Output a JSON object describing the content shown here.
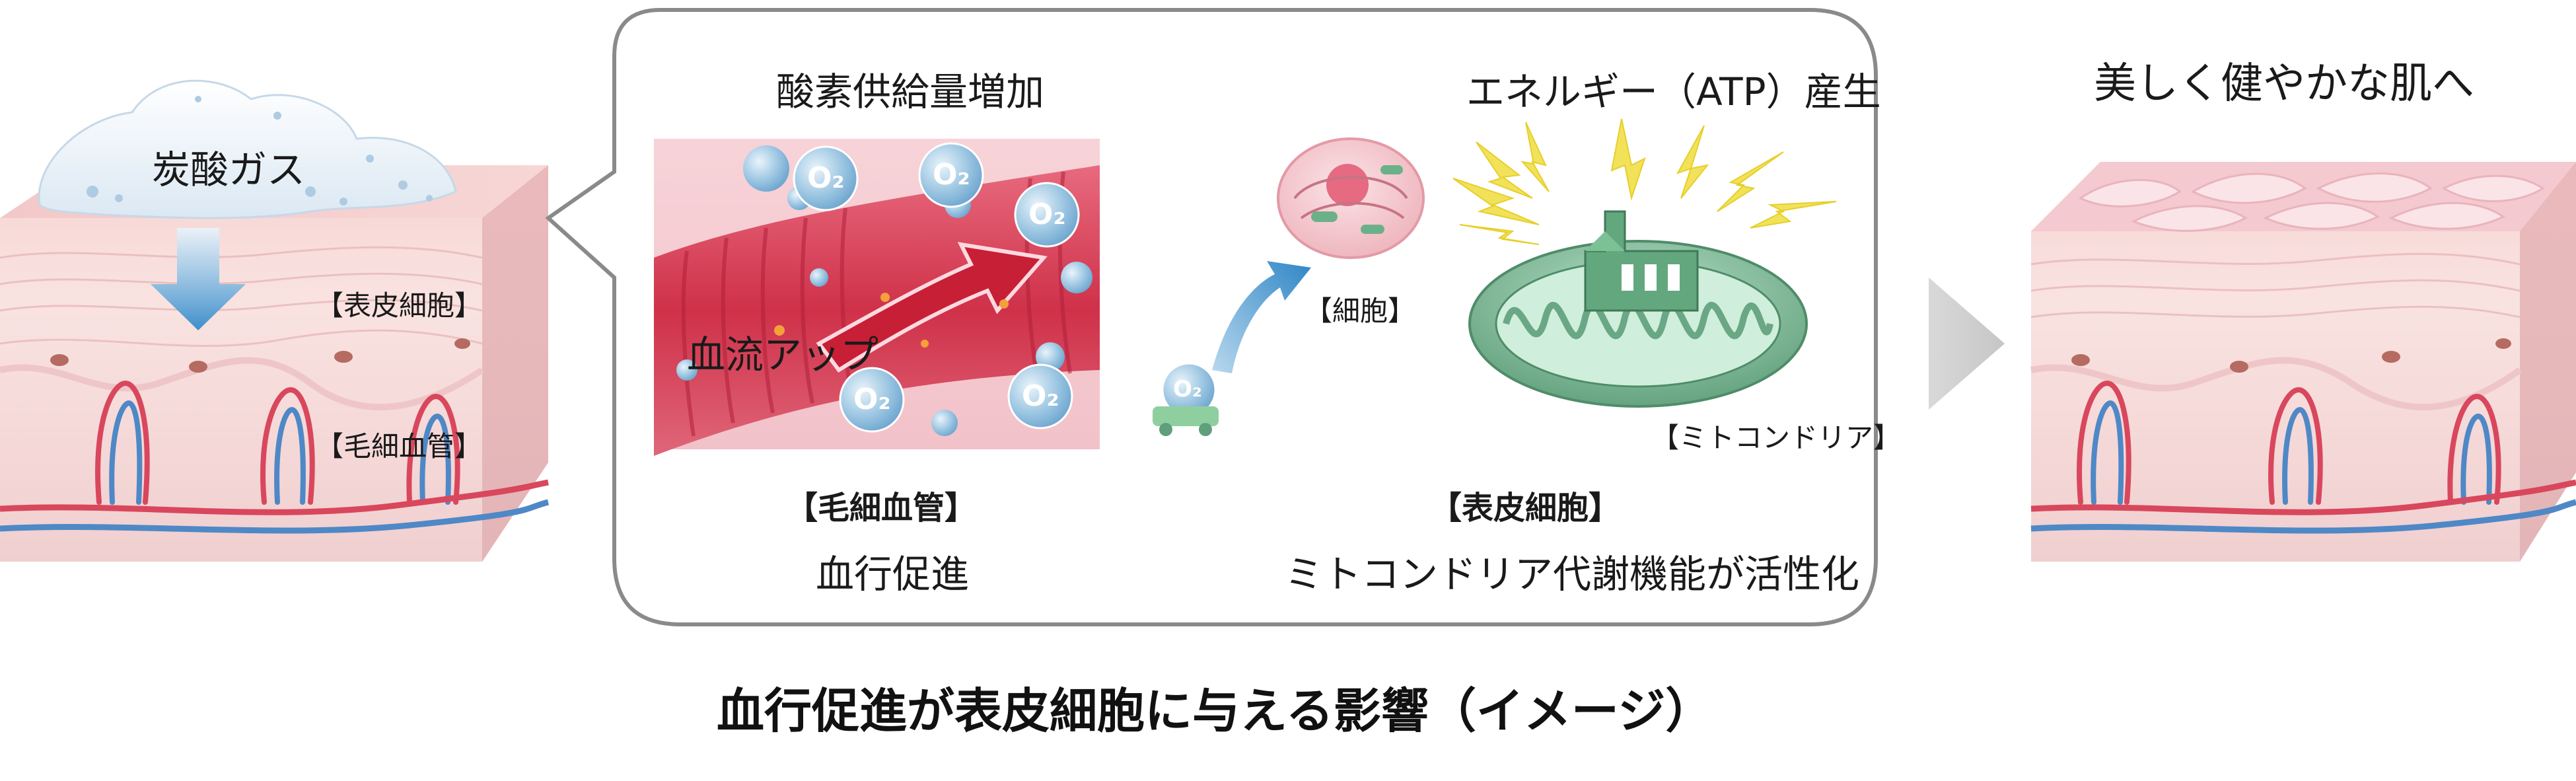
{
  "title": "血行促進が表皮細胞に与える影響（イメージ）",
  "left_panel": {
    "carbonic_gas": "炭酸ガス",
    "epidermal_cell": "【表皮細胞】",
    "capillary": "【毛細血管】"
  },
  "callout": {
    "oxygen_supply": "酸素供給量増加",
    "blood_flow_up": "血流アップ",
    "o2": "O₂",
    "cell": "【細胞】",
    "energy_production": "エネルギー（ATP）産生",
    "mitochondria": "【ミトコンドリア】",
    "capillary_heading": "【毛細血管】",
    "capillary_caption": "血行促進",
    "epidermal_heading": "【表皮細胞】",
    "epidermal_caption": "ミトコンドリア代謝機能が活性化"
  },
  "right_panel": {
    "result": "美しく健やかな肌へ"
  },
  "colors": {
    "skin_pink": "#f3c7c7",
    "vessel_red": "#d9475d",
    "vein_blue": "#4f88c6",
    "mito_green": "#6fae88",
    "arrow_blue": "#4a9ad1",
    "callout_border": "#8a8a8a",
    "bolt_yellow": "#f2e25a"
  }
}
